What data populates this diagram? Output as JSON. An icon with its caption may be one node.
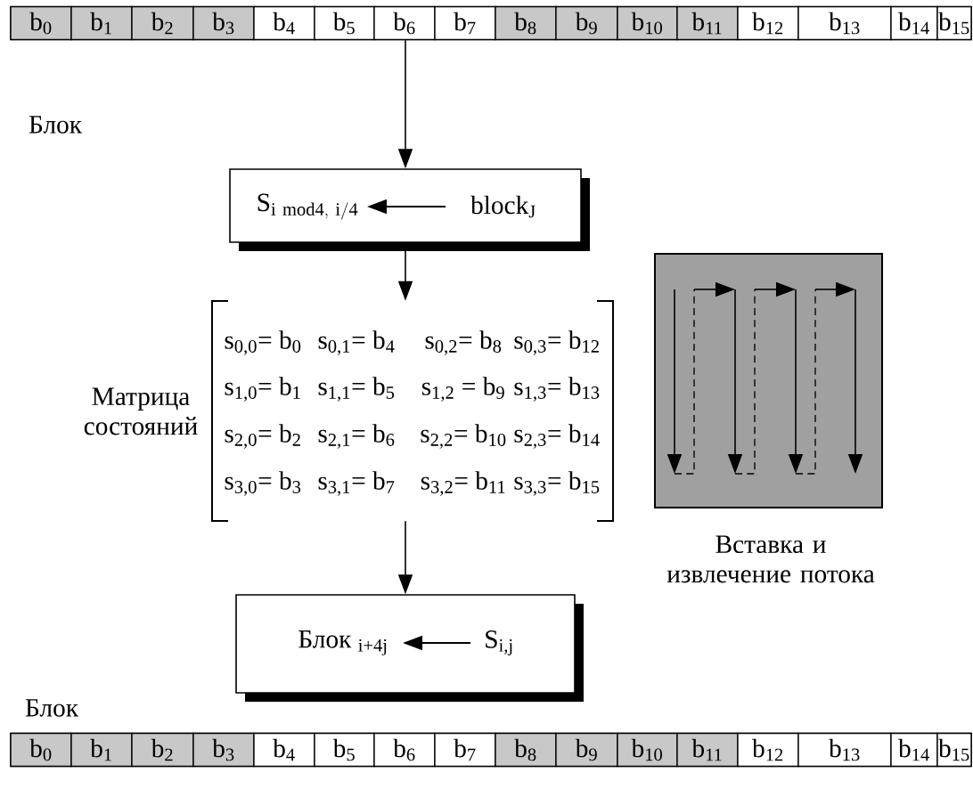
{
  "diagram": {
    "nodes": [
      {
        "text": [],
        "shape": "bar"
      },
      {
        "text": [
          "b$_{0}$"
        ],
        "in": 0
      },
      {
        "text": [
          "b$_{1}$"
        ],
        "in": 0
      },
      {
        "text": [
          "b$_{2}$"
        ],
        "in": 0
      },
      {
        "text": [
          "b$_{3}$"
        ],
        "in": 0
      },
      {
        "text": [
          "b$_{4}$"
        ],
        "in": 0
      },
      {
        "text": [
          "b$_{5}$"
        ],
        "in": 0
      },
      {
        "text": [
          "b$_{6}$"
        ],
        "in": 0
      },
      {
        "text": [
          "b$_{7}$"
        ],
        "in": 0
      },
      {
        "text": [
          "b$_{8}$"
        ],
        "in": 0
      },
      {
        "text": [
          "b$_{9}$"
        ],
        "in": 0
      },
      {
        "text": [
          "b$_{10}$"
        ],
        "in": 0
      },
      {
        "text": [
          "b$_{11}$"
        ],
        "in": 0
      },
      {
        "text": [
          "b$_{12}$"
        ],
        "in": 0
      },
      {
        "text": [
          "b$_{13}$"
        ],
        "in": 0
      },
      {
        "text": [
          "b$_{14}$"
        ],
        "in": 0
      },
      {
        "text": [
          "b$_{15}$"
        ],
        "in": 0
      },
      {
        "text": [
          "\\mathrm{S}_{\\mathrm{i\\ mod4,\\ i/4}}",
          "block$_{J}$"
        ]
      },
      {
        "text": [
          "s$_{0,0}$= b$_{0}$",
          "s$_{0,1}$= b$_{4}$",
          "s$_{0,2}$= b$_{8}$",
          "s$_{0,3}$= b$_{12}$",
          "s$_{1,0}$= b$_{1}$",
          "s$_{1,1}$= b$_{5}$",
          "s$_{1,2}$ = b$_{9}$",
          "s$_{1,3}$= b$_{13}$",
          "s$_{2,0}$= b$_{2}$",
          "s$_{2,1}$= b$_{6}$",
          "s$_{2,2}$= b$_{10}$",
          "s$_{2,3}$= b$_{14}$",
          "s$_{3,0}$= b$_{3}$",
          "s$_{3,1}$= b$_{7}$",
          "s$_{3,2}$= b$_{11}$",
          "s$_{3,3}$= b$_{15}$"
        ],
        "beside": [
          "Матрица состояний"
        ]
      },
      {
        "text": [
          "Блок $_{i+4j}$",
          "S$_{i,j}$"
        ]
      },
      {
        "text": [],
        "shape": "bar"
      },
      {
        "text": [
          "b$_{0}$"
        ],
        "in": 20
      },
      {
        "text": [
          "b$_{1}$"
        ],
        "in": 20
      },
      {
        "text": [
          "b$_{2}$"
        ],
        "in": 20
      },
      {
        "text": [
          "b$_{3}$"
        ],
        "in": 20
      },
      {
        "text": [
          "b$_{4}$"
        ],
        "in": 20
      },
      {
        "text": [
          "b$_{5}$"
        ],
        "in": 20
      },
      {
        "text": [
          "b$_{6}$"
        ],
        "in": 20
      },
      {
        "text": [
          "b$_{7}$"
        ],
        "in": 20
      },
      {
        "text": [
          "b$_{8}$"
        ],
        "in": 20
      },
      {
        "text": [
          "b$_{9}$"
        ],
        "in": 20
      },
      {
        "text": [
          "b$_{10}$"
        ],
        "in": 20
      },
      {
        "text": [
          "b$_{11}$"
        ],
        "in": 20
      },
      {
        "text": [
          "b$_{12}$"
        ],
        "in": 20
      },
      {
        "text": [
          "b$_{13}$"
        ],
        "in": 20
      },
      {
        "text": [
          "b$_{14}$"
        ],
        "in": 20
      },
      {
        "text": [
          "b$_{15}$"
        ],
        "in": 20
      },
      {
        "text": [],
        "shape": "box",
        "beside": [
          "Вставка и извлечение потока"
        ]
      }
    ],
    "edges": [
      {
        "from": 0,
        "to": 17,
        "arrow": "to"
      },
      {
        "from": 17,
        "to": 18,
        "arrow": "to"
      },
      {
        "from": 18,
        "to": 19,
        "arrow": "to"
      }
    ],
    "labels": [
      "Блок",
      "Блок"
    ]
  }
}
